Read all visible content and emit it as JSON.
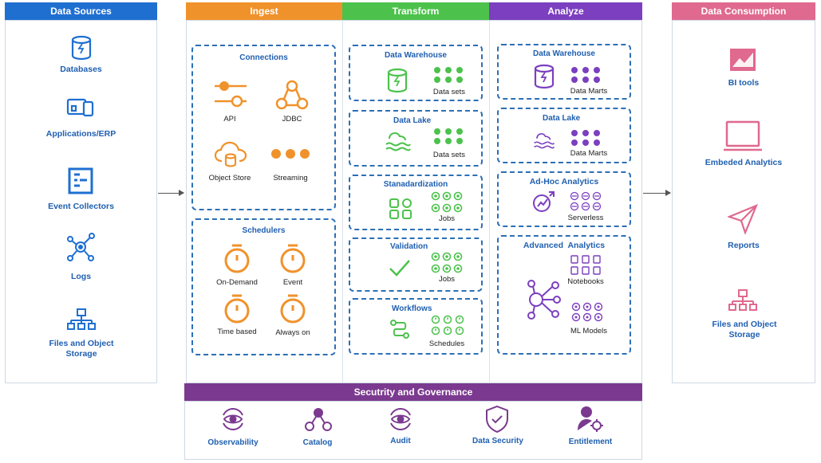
{
  "headers": {
    "sources": "Data Sources",
    "ingest": "Ingest",
    "transform": "Transform",
    "analyze": "Analyze",
    "consumption": "Data Consumption",
    "security": "Secutrity and Governance"
  },
  "colors": {
    "sources": "#1f6fd1",
    "ingest": "#f0922b",
    "transform": "#4cc24c",
    "analyze": "#7b3fbf",
    "consumption": "#e0698f",
    "security": "#7b3a8f",
    "dashed_border": "#2c6fb5"
  },
  "sources": [
    "Databases",
    "Applications/ERP",
    "Event Collectors",
    "Logs",
    "Files and Object Storage"
  ],
  "ingest": {
    "connections": {
      "title": "Connections",
      "items": [
        "API",
        "JDBC",
        "Object Store",
        "Streaming"
      ]
    },
    "schedulers": {
      "title": "Schedulers",
      "items": [
        "On-Demand",
        "Event",
        "Time based",
        "Always on"
      ]
    }
  },
  "transform": [
    {
      "title": "Data Warehouse",
      "sub": "Data sets"
    },
    {
      "title": "Data Lake",
      "sub": "Data sets"
    },
    {
      "title": "Stanadardization",
      "sub": "Jobs"
    },
    {
      "title": "Validation",
      "sub": "Jobs"
    },
    {
      "title": "Workflows",
      "sub": "Schedules"
    }
  ],
  "analyze": [
    {
      "title": "Data Warehouse",
      "sub": "Data Marts"
    },
    {
      "title": "Data Lake",
      "sub": "Data Marts"
    },
    {
      "title": "Ad-Hoc Analytics",
      "sub": "Serverless"
    },
    {
      "title": "Advanced  Analytics",
      "sub": "Notebooks",
      "sub2": "ML Models"
    }
  ],
  "consumption": [
    "BI tools",
    "Embeded Analytics",
    "Reports",
    "Files and Object Storage"
  ],
  "security": [
    "Observability",
    "Catalog",
    "Audit",
    "Data Security",
    "Entitlement"
  ]
}
